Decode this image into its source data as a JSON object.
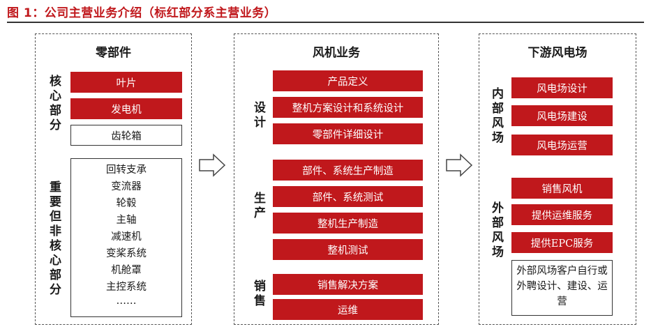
{
  "figure": {
    "title": "图 1：公司主营业务介绍（标红部分系主营业务）"
  },
  "colors": {
    "main_business_red": "#c0181c",
    "border": "#333333"
  },
  "panel_parts": {
    "title": "零部件",
    "core_label": "核心部分",
    "core_items": [
      "叶片",
      "发电机",
      "齿轮箱"
    ],
    "important_label": "重要但非核心部分",
    "important_items": [
      "回转支承",
      "变流器",
      "轮毂",
      "主轴",
      "减速机",
      "变桨系统",
      "机舱罩",
      "主控系统",
      "……"
    ]
  },
  "panel_turbine": {
    "title": "风机业务",
    "design_label": "设计",
    "design_items": [
      "产品定义",
      "整机方案设计和系统设计",
      "零部件详细设计"
    ],
    "production_label": "生产",
    "production_items": [
      "部件、系统生产制造",
      "部件、系统测试",
      "整机生产制造",
      "整机测试"
    ],
    "sales_label": "销售",
    "sales_items": [
      "销售解决方案",
      "运维"
    ]
  },
  "panel_farm": {
    "title": "下游风电场",
    "internal_label": "内部风场",
    "internal_items": [
      "风电场设计",
      "风电场建设",
      "风电场运营"
    ],
    "external_label": "外部风场",
    "external_items": [
      "销售风机",
      "提供运维服务",
      "提供EPC服务"
    ],
    "external_note": "外部风场客户自行或外聘设计、建设、运营"
  },
  "arrows": [
    "arrow-right-icon",
    "arrow-right-icon"
  ]
}
